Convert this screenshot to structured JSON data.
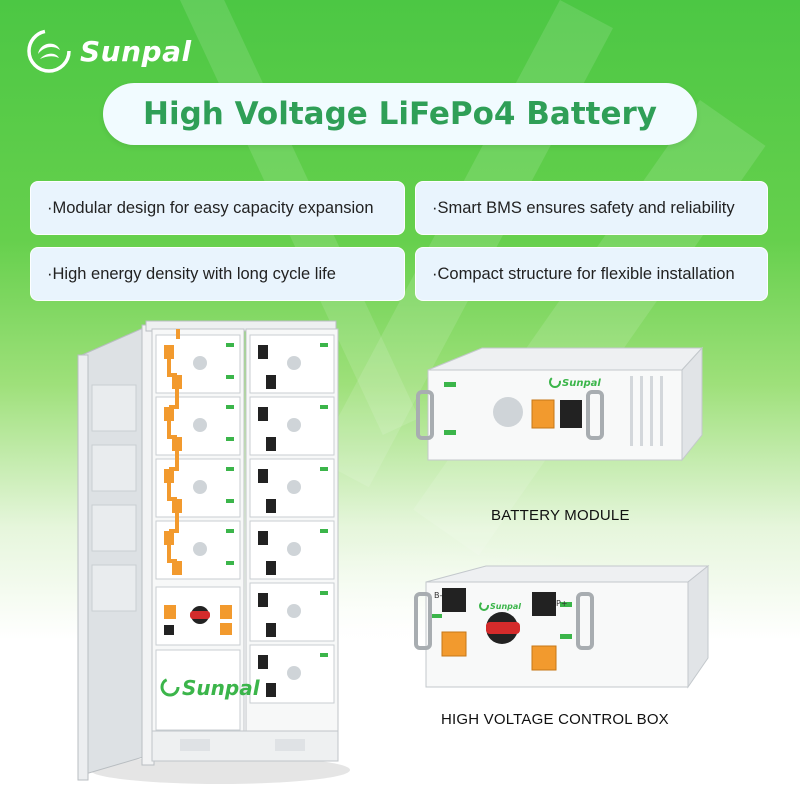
{
  "brand": {
    "name": "Sunpal",
    "colors": {
      "primary_green": "#2f9f57",
      "background_green": "#4cc744",
      "accent_orange": "#f29a2e"
    }
  },
  "title": "High Voltage LiFePo4 Battery",
  "features": [
    "·Modular design for easy capacity expansion",
    "·Smart BMS ensures safety and reliability",
    "·High energy density with long cycle life",
    "·Compact structure for flexible installation"
  ],
  "products": {
    "module_label": "BATTERY MODULE",
    "control_box_label": "HIGH VOLTAGE CONTROL BOX",
    "rack_brand": "Sunpal",
    "module_brand": "Sunpal",
    "control_box_brand": "Sunpal",
    "terminal_negative": "B-",
    "terminal_positive": "P+"
  },
  "icons": [
    "sunpal-logo-icon"
  ]
}
